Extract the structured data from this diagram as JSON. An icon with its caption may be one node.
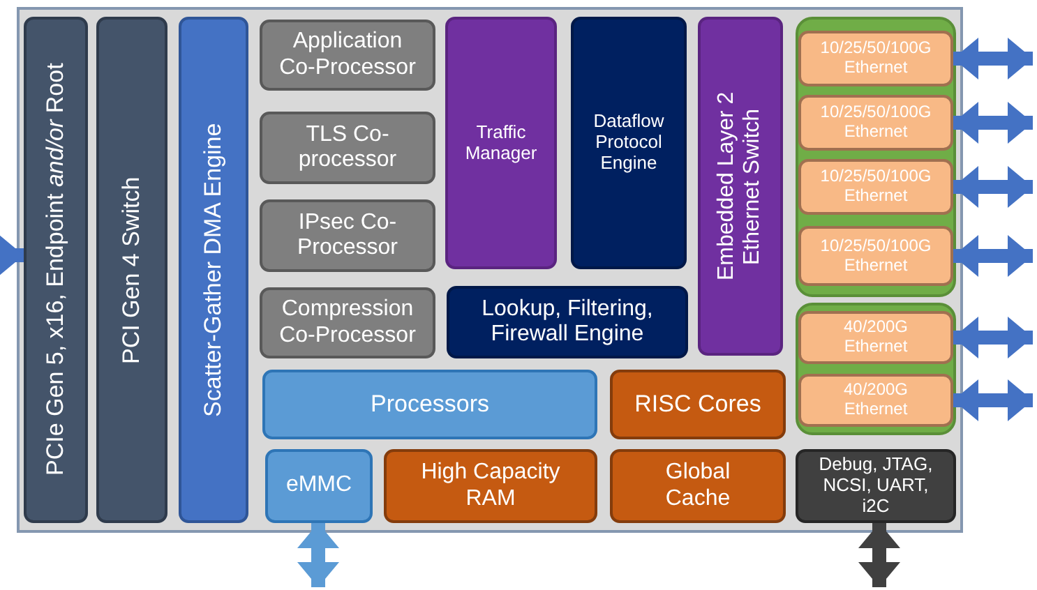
{
  "diagram": {
    "nodes": [
      {
        "text": [],
        "shape": "box"
      },
      {
        "text": [
          "PCIe Gen 5, x16, Endpoint *and/or* Root"
        ],
        "in": 0
      },
      {
        "text": [
          "PCI Gen 4 Switch"
        ],
        "in": 0
      },
      {
        "text": [
          "Scatter-Gather DMA Engine"
        ],
        "in": 0
      },
      {
        "text": [
          "Application Co-Processor"
        ],
        "in": 0
      },
      {
        "text": [
          "Traffic Manager"
        ],
        "in": 0
      },
      {
        "text": [
          "Dataflow Protocol Engine"
        ],
        "in": 0
      },
      {
        "text": [
          "Embedded Layer 2 Ethernet Switch"
        ],
        "in": 0
      },
      {
        "text": [],
        "shape": "box",
        "in": 0
      },
      {
        "text": [
          "10/25/50/100G Ethernet"
        ],
        "in": 8
      },
      {
        "text": [
          "10/25/50/100G Ethernet"
        ],
        "in": 8
      },
      {
        "text": [
          "10/25/50/100G Ethernet"
        ],
        "in": 8
      },
      {
        "text": [
          "10/25/50/100G Ethernet"
        ],
        "in": 8
      },
      {
        "text": [
          "TLS Co-processor"
        ],
        "in": 0
      },
      {
        "text": [
          "IPsec Co-Processor"
        ],
        "in": 0
      },
      {
        "text": [
          "Compression Co-Processor"
        ],
        "in": 0
      },
      {
        "text": [
          "Lookup, Filtering, Firewall Engine"
        ],
        "in": 0
      },
      {
        "text": [],
        "shape": "box",
        "in": 0
      },
      {
        "text": [
          "40/200G Ethernet"
        ],
        "in": 17
      },
      {
        "text": [
          "40/200G Ethernet"
        ],
        "in": 17
      },
      {
        "text": [
          "Processors"
        ],
        "in": 0
      },
      {
        "text": [
          "RISC Cores"
        ],
        "in": 0
      },
      {
        "text": [
          "eMMC"
        ],
        "in": 0
      },
      {
        "text": [
          "High Capacity RAM"
        ],
        "in": 0
      },
      {
        "text": [
          "Global Cache"
        ],
        "in": 0
      },
      {
        "text": [
          "Debug, JTAG, NCSI, UART, i2C"
        ],
        "in": 0
      }
    ],
    "edges": [
      {
        "from": null,
        "to": 1,
        "arrow": "to"
      },
      {
        "from": 9,
        "to": null,
        "arrow": "both"
      },
      {
        "from": 10,
        "to": null,
        "arrow": "both"
      },
      {
        "from": 11,
        "to": null,
        "arrow": "both"
      },
      {
        "from": 12,
        "to": null,
        "arrow": "both"
      },
      {
        "from": 18,
        "to": null,
        "arrow": "both"
      },
      {
        "from": 19,
        "to": null,
        "arrow": "both"
      },
      {
        "from": 22,
        "to": null,
        "arrow": "both",
        "color": "#5b9bd5"
      },
      {
        "from": 25,
        "to": null,
        "arrow": "both",
        "color": "#404040"
      }
    ]
  }
}
